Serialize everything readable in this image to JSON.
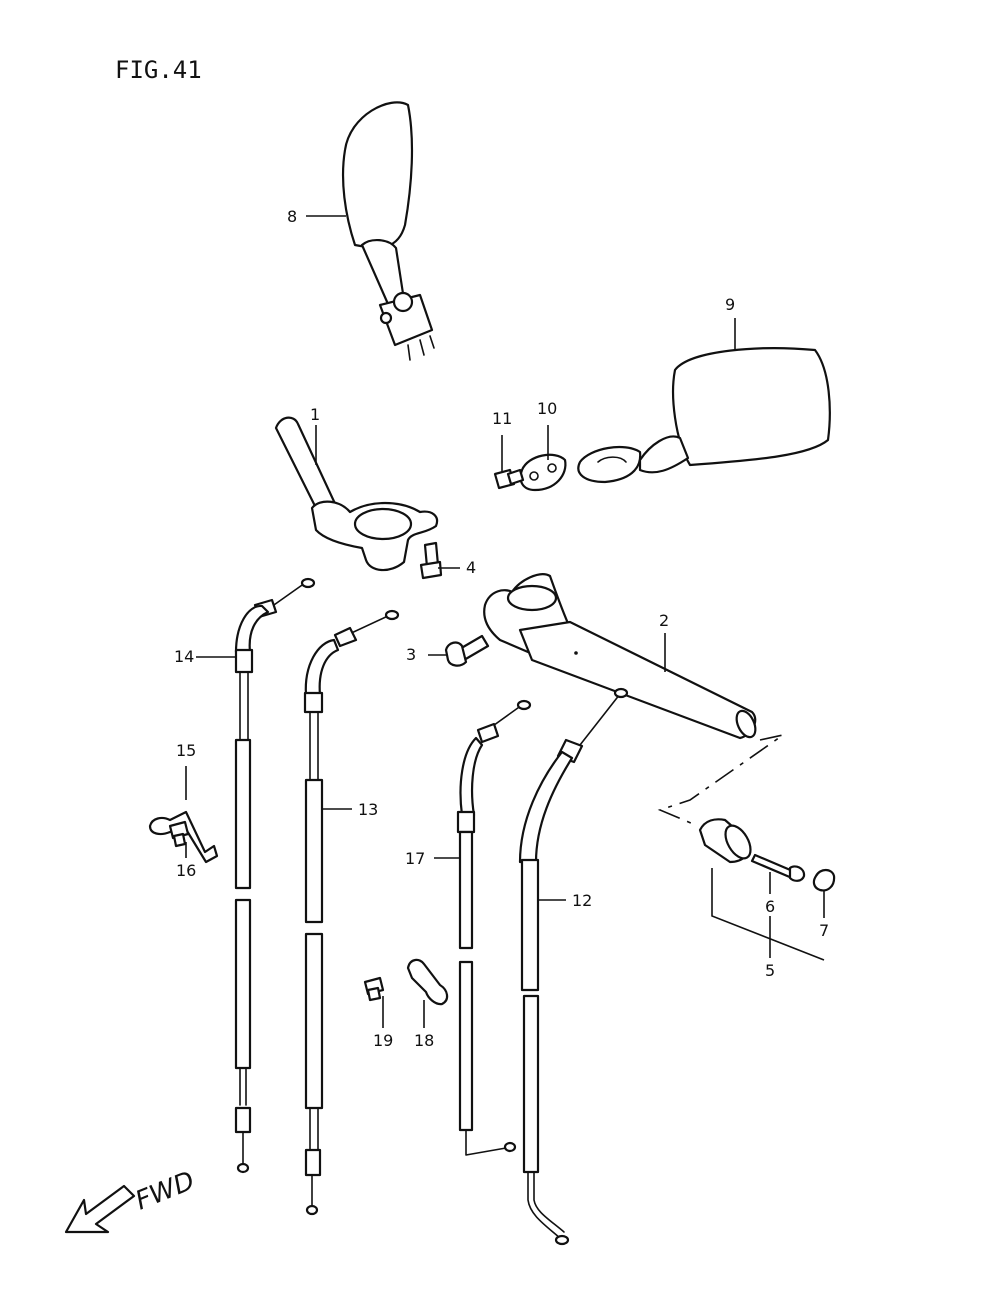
{
  "figure": {
    "title": "FIG.41"
  },
  "direction": {
    "label": "FWD"
  },
  "callouts": {
    "c1": "1",
    "c2": "2",
    "c3": "3",
    "c4": "4",
    "c5": "5",
    "c6": "6",
    "c7": "7",
    "c8": "8",
    "c9": "9",
    "c10": "10",
    "c11": "11",
    "c12": "12",
    "c13": "13",
    "c14": "14",
    "c15": "15",
    "c16": "16",
    "c17": "17",
    "c18": "18",
    "c19": "19"
  }
}
